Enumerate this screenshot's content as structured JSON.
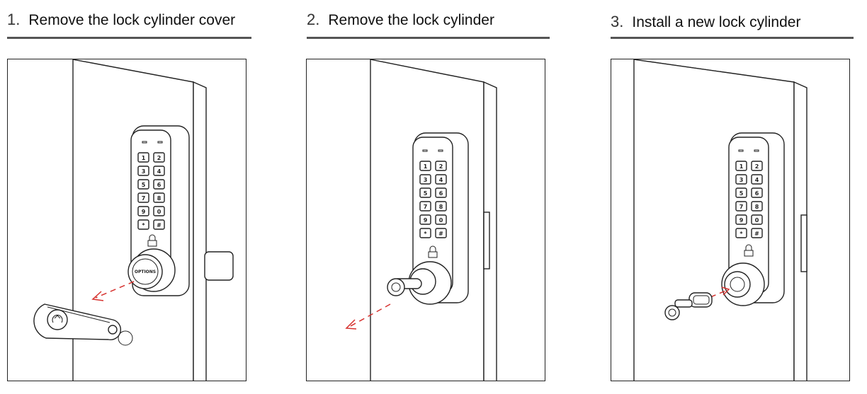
{
  "steps": [
    {
      "number": "1.",
      "title": "Remove the lock cylinder cover"
    },
    {
      "number": "2.",
      "title": "Remove the lock cylinder"
    },
    {
      "number": "3.",
      "title": "Install a new lock cylinder"
    }
  ],
  "keypad": {
    "keys": [
      "1",
      "2",
      "3",
      "4",
      "5",
      "6",
      "7",
      "8",
      "9",
      "0",
      "*",
      "#"
    ],
    "cover_logo": "OPTIONS"
  },
  "colors": {
    "arrow": "#d6322f",
    "line": "#222222",
    "rule": "#555555"
  },
  "icons": [
    "lock-icon",
    "arrow-icon",
    "key-icon",
    "keyfob-icon"
  ]
}
